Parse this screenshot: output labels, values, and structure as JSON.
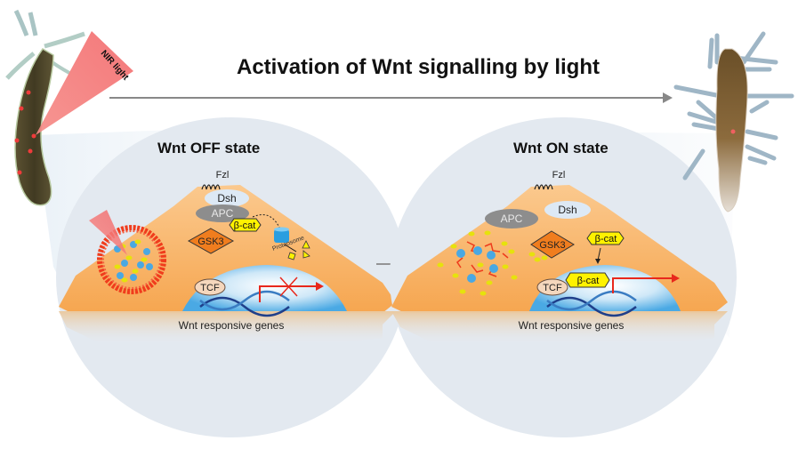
{
  "figure": {
    "title": "Activation of Wnt signalling by light",
    "light_label": "NIR light",
    "panels": [
      {
        "state_title": "Wnt OFF state",
        "labels": {
          "fzl": "Fzl",
          "dsh": "Dsh",
          "apc": "APC",
          "beta_cat": "β-cat",
          "gsk3": "GSK3",
          "proteosome": "Proteosome",
          "tcf": "TCF"
        },
        "transcription": "blocked",
        "footer": "Wnt responsive genes"
      },
      {
        "state_title": "Wnt ON state",
        "labels": {
          "fzl": "Fzl",
          "dsh": "Dsh",
          "apc": "APC",
          "beta_cat": "β-cat",
          "beta_cat_nuclear": "β-cat",
          "gsk3": "GSK3",
          "tcf": "TCF"
        },
        "transcription": "active",
        "footer": "Wnt responsive genes"
      }
    ],
    "colors": {
      "cell": "#f7b060",
      "nucleus": "#5eb8ec",
      "circle_bg": "#e3e9f0",
      "light_cone": "#f05a5a",
      "gsk3": "#f07d1e",
      "beta_cat": "#fff200",
      "arrow_red": "#e8281c"
    }
  }
}
